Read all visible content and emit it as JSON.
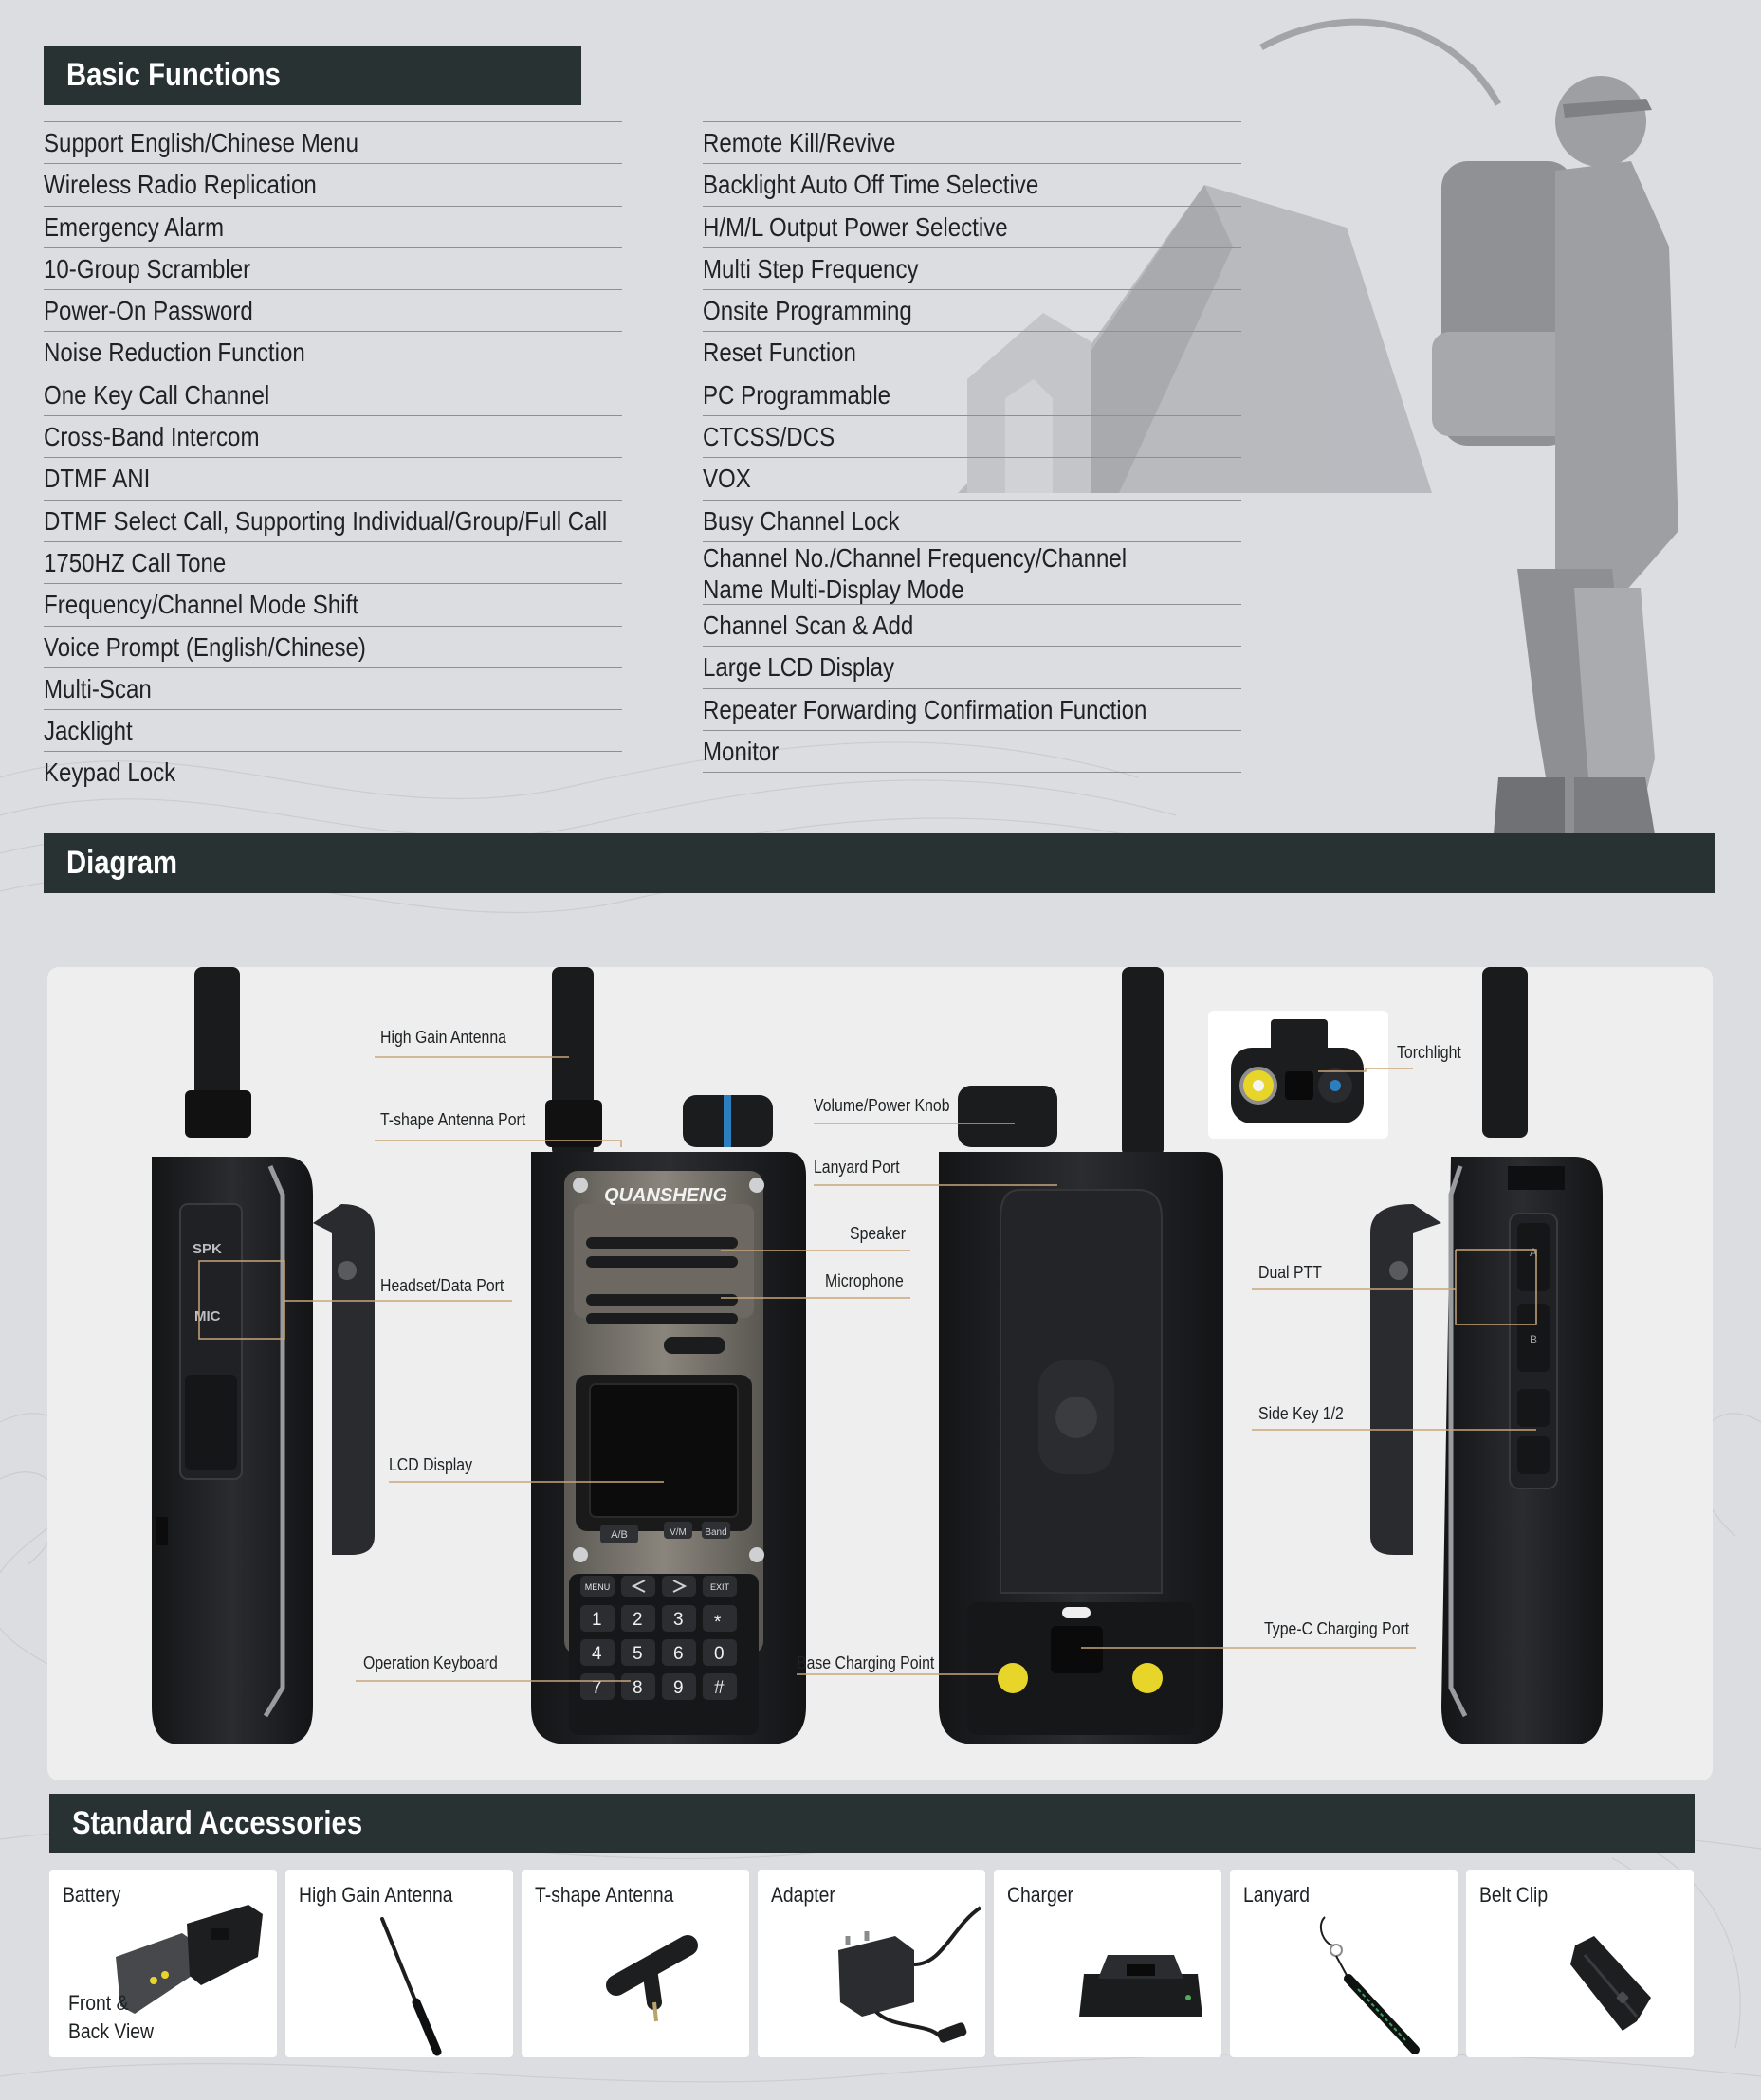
{
  "basic_functions": {
    "title": "Basic Functions",
    "left": [
      "Support English/Chinese Menu",
      "Wireless Radio Replication",
      "Emergency Alarm",
      "10-Group Scrambler",
      "Power-On Password",
      "Noise Reduction Function",
      "One Key Call Channel",
      "Cross-Band Intercom",
      "DTMF ANI",
      "DTMF Select Call, Supporting Individual/Group/Full Call",
      "1750HZ Call Tone",
      "Frequency/Channel Mode Shift",
      "Voice Prompt (English/Chinese)",
      "Multi-Scan",
      "Jacklight",
      "Keypad Lock"
    ],
    "right": [
      "Remote Kill/Revive",
      "Backlight Auto Off Time Selective",
      "H/M/L Output Power Selective",
      "Multi Step Frequency",
      "Onsite Programming",
      "Reset Function",
      "PC Programmable",
      "CTCSS/DCS",
      "VOX",
      "Busy Channel Lock",
      "Channel No./Channel Frequency/Channel Name Multi-Display Mode",
      "Channel Scan & Add",
      "Large LCD Display",
      "Repeater Forwarding Confirmation Function",
      "Monitor"
    ]
  },
  "diagram": {
    "title": "Diagram",
    "brand": "QUANSHENG",
    "side_labels": {
      "spk": "SPK",
      "mic": "MIC",
      "a": "A",
      "b": "B"
    },
    "keys": {
      "menu": "MENU",
      "exit": "EXIT",
      "ab": "A/B",
      "vm": "V/M",
      "band": "Band",
      "keypad": [
        "1",
        "2",
        "3",
        "*",
        "4",
        "5",
        "6",
        "0",
        "7",
        "8",
        "9",
        "#"
      ]
    },
    "callouts": {
      "high_gain_antenna": "High Gain Antenna",
      "t_shape_antenna_port": "T-shape Antenna Port",
      "headset_data_port": "Headset/Data Port",
      "lcd_display": "LCD Display",
      "operation_keyboard": "Operation Keyboard",
      "volume_power_knob": "Volume/Power Knob",
      "lanyard_port": "Lanyard Port",
      "speaker": "Speaker",
      "microphone": "Microphone",
      "base_charging_point": "Base Charging Point",
      "torchlight": "Torchlight",
      "dual_ptt": "Dual PTT",
      "side_key": "Side Key 1/2",
      "type_c_charging_port": "Type-C Charging Port"
    }
  },
  "accessories": {
    "title": "Standard Accessories",
    "items": [
      {
        "label": "Battery",
        "sub": [
          "Front &",
          "Back View"
        ]
      },
      {
        "label": "High Gain Antenna"
      },
      {
        "label": "T-shape Antenna"
      },
      {
        "label": "Adapter"
      },
      {
        "label": "Charger"
      },
      {
        "label": "Lanyard"
      },
      {
        "label": "Belt Clip"
      }
    ]
  },
  "colors": {
    "header_bg": "#283232",
    "page_bg": "#dcdde0",
    "accent_line": "#c9a57a",
    "radio_body": "#1c1d1f",
    "torch_yellow": "#e8d52a"
  }
}
